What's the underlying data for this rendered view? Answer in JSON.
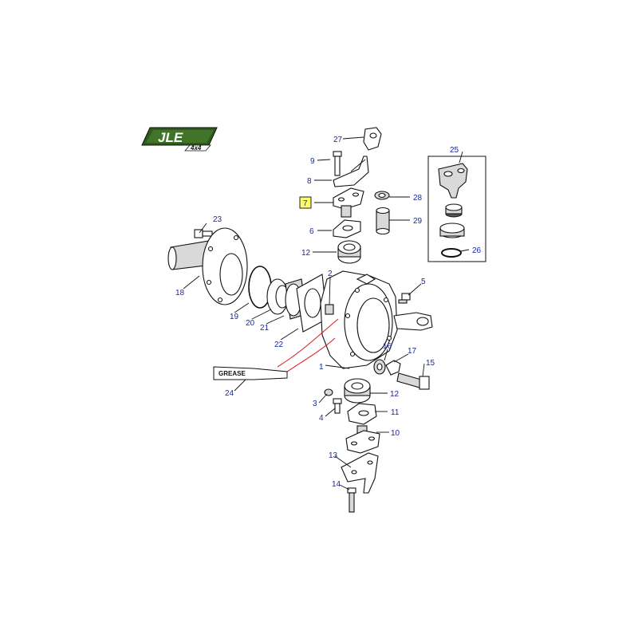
{
  "logo": {
    "brand": "JLE",
    "sub": "4x4"
  },
  "grease_label": "GREASE",
  "callouts": {
    "p1": "1",
    "p2": "2",
    "p3": "3",
    "p4": "4",
    "p5": "5",
    "p6": "6",
    "p7": "7",
    "p8": "8",
    "p9": "9",
    "p10": "10",
    "p11": "11",
    "p12a": "12",
    "p12b": "12",
    "p13": "13",
    "p14": "14",
    "p15": "15",
    "p16": "16",
    "p17": "17",
    "p18": "18",
    "p19": "19",
    "p20": "20",
    "p21": "21",
    "p22": "22",
    "p23": "23",
    "p24": "24",
    "p25": "25",
    "p26": "26",
    "p27": "27",
    "p28": "28",
    "p29": "29"
  },
  "highlighted_part": "7",
  "colors": {
    "callout_text": "#1a2a9a",
    "highlight": "#ffff66",
    "grease_lines": "#dd2222",
    "logo_green": "#2e5a1e"
  }
}
